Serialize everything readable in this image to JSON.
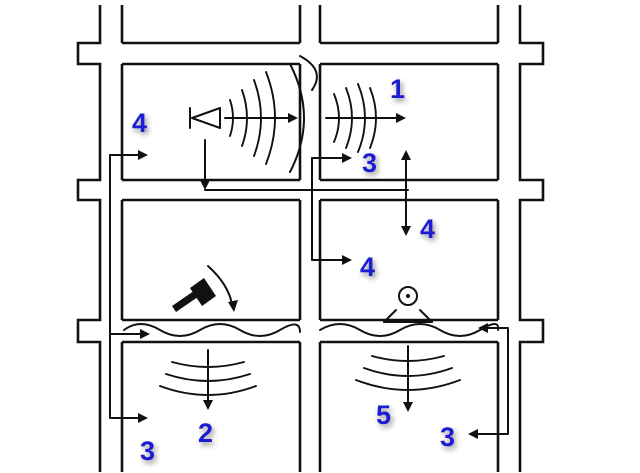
{
  "labels": {
    "airborne_sound": "1",
    "impact_sound": "2",
    "flanking_transmission": "3",
    "structure_borne": "4",
    "equipment_vibration": "5"
  },
  "colors": {
    "label_text": "#1a1ad0",
    "line": "#111111",
    "background": "#ffffff"
  },
  "icons": [
    "speaker-icon",
    "hammer-icon",
    "motor-icon"
  ]
}
